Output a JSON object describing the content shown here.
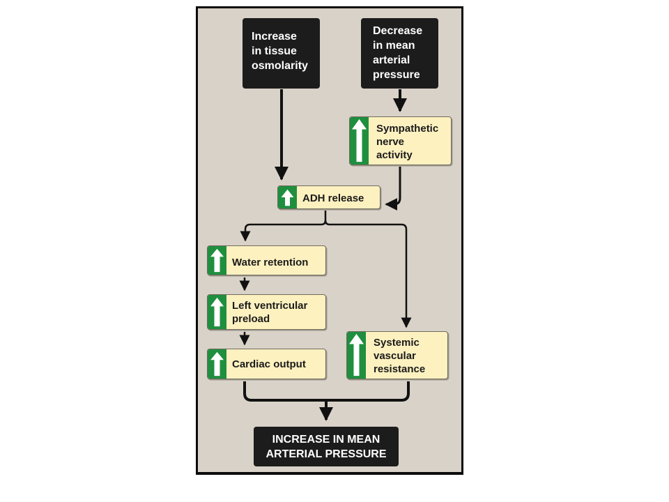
{
  "diagram": {
    "inputs": {
      "osmolarity": [
        "Increase",
        "in tissue",
        "osmolarity"
      ],
      "pressure": [
        "Decrease",
        "in mean",
        "arterial",
        "pressure"
      ]
    },
    "nodes": {
      "sympathetic": [
        "Sympathetic",
        "nerve",
        "activity"
      ],
      "adh": [
        "ADH release"
      ],
      "water": [
        "Water retention"
      ],
      "preload": [
        "Left ventricular",
        "preload"
      ],
      "cardiac": [
        "Cardiac output"
      ],
      "svr": [
        "Systemic",
        "vascular",
        "resistance"
      ]
    },
    "result": [
      "INCREASE IN MEAN",
      "ARTERIAL PRESSURE"
    ],
    "indicator_icon": "up-arrow-icon",
    "colors": {
      "panel": "#d9d2c8",
      "dark_box": "#1c1c1c",
      "light_box": "#fdf1c0",
      "increase_indicator": "#1f8f3f"
    }
  }
}
